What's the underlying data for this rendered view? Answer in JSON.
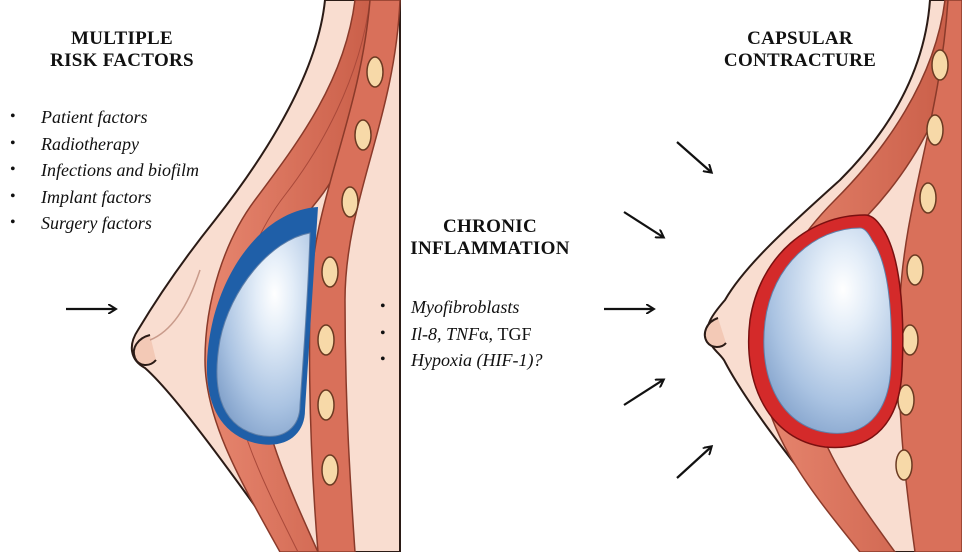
{
  "left_panel": {
    "title_line1": "MULTIPLE",
    "title_line2": "RISK FACTORS",
    "items": [
      "Patient factors",
      "Radiotherapy",
      "Infections and biofilm",
      "Implant factors",
      "Surgery factors"
    ]
  },
  "middle_panel": {
    "title_line1": "CHRONIC",
    "title_line2": "INFLAMMATION",
    "items": [
      {
        "text": "Myofibroblasts"
      },
      {
        "part1": "Il-8, ",
        "part2": "TNF",
        "part3": "α, TGF"
      },
      {
        "text": "Hypoxia (HIF-1)?"
      }
    ]
  },
  "right_panel": {
    "title_line1": "CAPSULAR",
    "title_line2": "CONTRACTURE"
  },
  "colors": {
    "skin": "#f9ddd0",
    "skin_outline": "#222222",
    "muscle": "#d9705a",
    "muscle_dark": "#b8523f",
    "rib": "#f7d9a8",
    "implant_fill": "#b7cde9",
    "capsule_normal": "#1f5fa8",
    "capsule_contracted": "#d42a2a"
  },
  "icons": [
    "arrow-right-icon",
    "arrow-diagonal-down-icon",
    "arrow-diagonal-up-icon"
  ]
}
